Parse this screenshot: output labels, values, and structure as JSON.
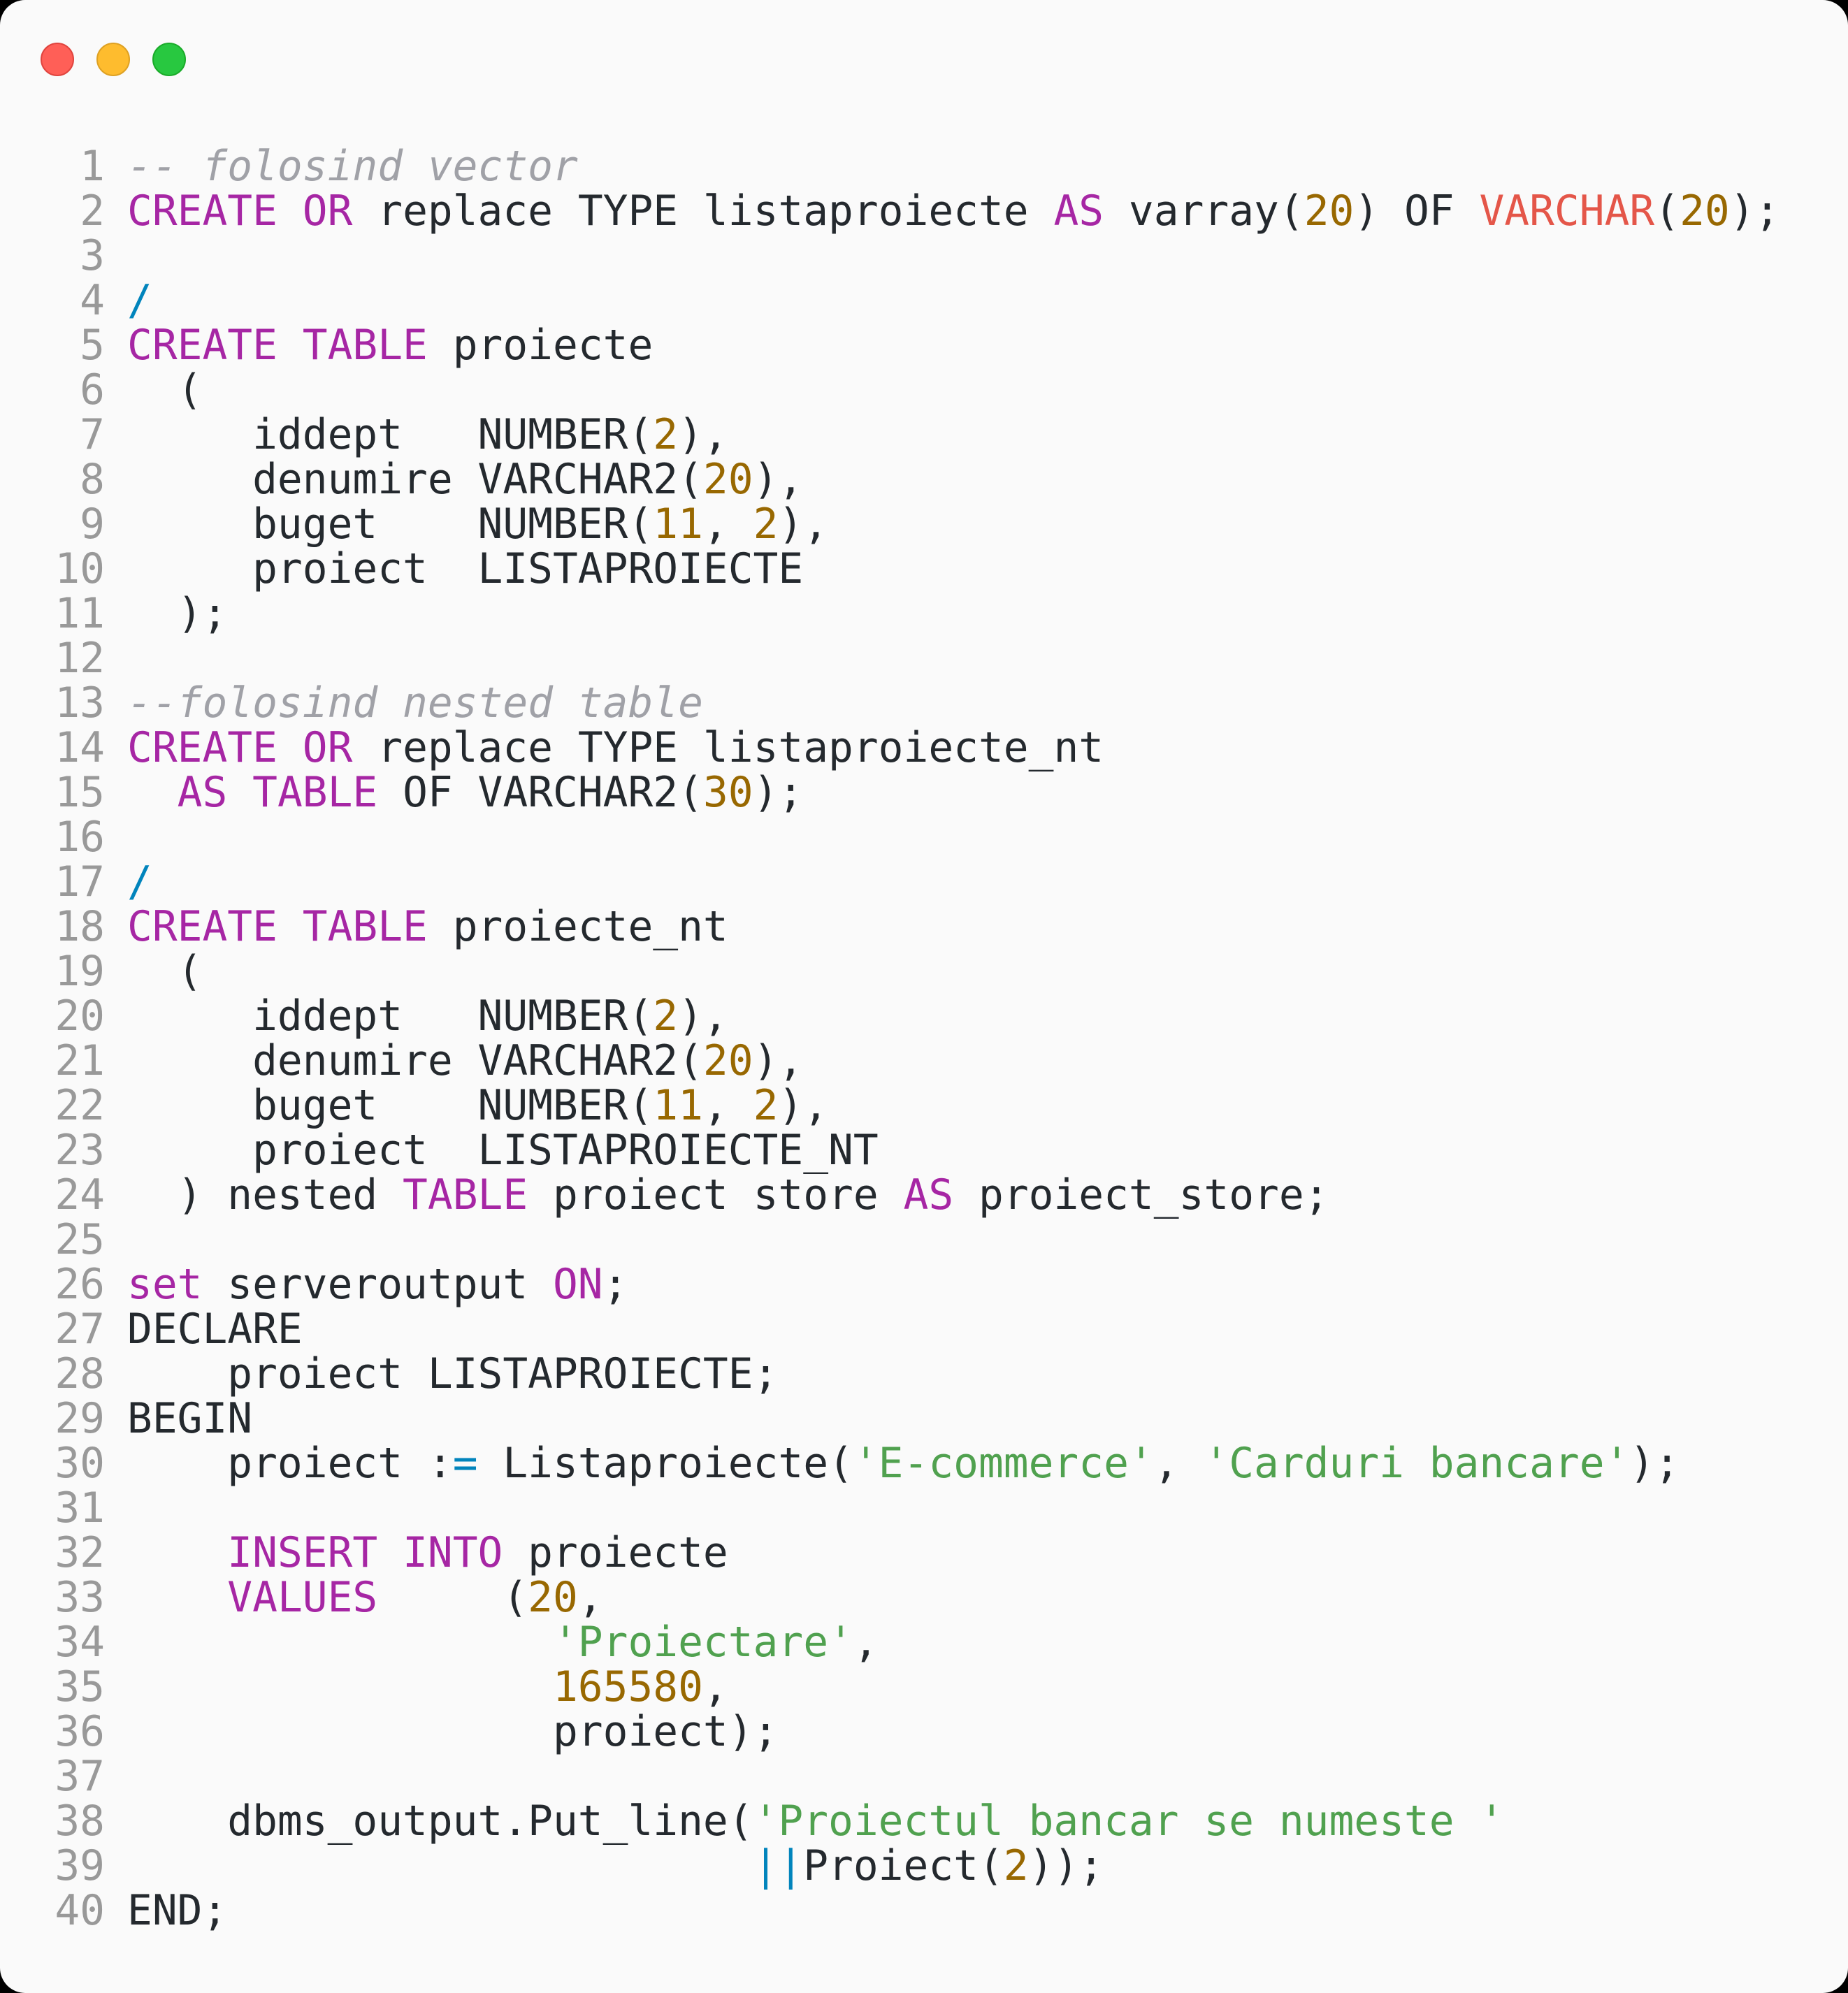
{
  "window": {
    "controls": [
      {
        "name": "close",
        "color": "#ff5f57"
      },
      {
        "name": "minimize",
        "color": "#febc2e"
      },
      {
        "name": "maximize",
        "color": "#28c840"
      }
    ]
  },
  "theme": {
    "background": "#fafafa",
    "keyword": "#a626a4",
    "number": "#986801",
    "string": "#50a14f",
    "comment": "#a0a1a7",
    "operator": "#0184bc",
    "type": "#e45649",
    "text": "#24292e",
    "line_number": "#999999"
  },
  "code": {
    "language": "sql",
    "lines": [
      {
        "n": "1",
        "tokens": [
          [
            "com",
            "-- folosind vector"
          ]
        ]
      },
      {
        "n": "2",
        "tokens": [
          [
            "kw",
            "CREATE"
          ],
          [
            "txt",
            " "
          ],
          [
            "kw",
            "OR"
          ],
          [
            "txt",
            " replace TYPE listaproiecte "
          ],
          [
            "kw",
            "AS"
          ],
          [
            "txt",
            " varray("
          ],
          [
            "num",
            "20"
          ],
          [
            "txt",
            ") OF "
          ],
          [
            "type",
            "VARCHAR"
          ],
          [
            "txt",
            "("
          ],
          [
            "num",
            "20"
          ],
          [
            "txt",
            ");"
          ]
        ]
      },
      {
        "n": "3",
        "tokens": []
      },
      {
        "n": "4",
        "tokens": [
          [
            "op",
            "/"
          ]
        ]
      },
      {
        "n": "5",
        "tokens": [
          [
            "kw",
            "CREATE"
          ],
          [
            "txt",
            " "
          ],
          [
            "kw",
            "TABLE"
          ],
          [
            "txt",
            " proiecte"
          ]
        ]
      },
      {
        "n": "6",
        "tokens": [
          [
            "txt",
            "  ("
          ]
        ]
      },
      {
        "n": "7",
        "tokens": [
          [
            "txt",
            "     iddept   NUMBER("
          ],
          [
            "num",
            "2"
          ],
          [
            "txt",
            "),"
          ]
        ]
      },
      {
        "n": "8",
        "tokens": [
          [
            "txt",
            "     denumire VARCHAR2("
          ],
          [
            "num",
            "20"
          ],
          [
            "txt",
            "),"
          ]
        ]
      },
      {
        "n": "9",
        "tokens": [
          [
            "txt",
            "     buget    NUMBER("
          ],
          [
            "num",
            "11"
          ],
          [
            "txt",
            ", "
          ],
          [
            "num",
            "2"
          ],
          [
            "txt",
            "),"
          ]
        ]
      },
      {
        "n": "10",
        "tokens": [
          [
            "txt",
            "     proiect  LISTAPROIECTE"
          ]
        ]
      },
      {
        "n": "11",
        "tokens": [
          [
            "txt",
            "  );"
          ]
        ]
      },
      {
        "n": "12",
        "tokens": []
      },
      {
        "n": "13",
        "tokens": [
          [
            "com",
            "--folosind nested table"
          ]
        ]
      },
      {
        "n": "14",
        "tokens": [
          [
            "kw",
            "CREATE"
          ],
          [
            "txt",
            " "
          ],
          [
            "kw",
            "OR"
          ],
          [
            "txt",
            " replace TYPE listaproiecte_nt"
          ]
        ]
      },
      {
        "n": "15",
        "tokens": [
          [
            "txt",
            "  "
          ],
          [
            "kw",
            "AS"
          ],
          [
            "txt",
            " "
          ],
          [
            "kw",
            "TABLE"
          ],
          [
            "txt",
            " OF VARCHAR2("
          ],
          [
            "num",
            "30"
          ],
          [
            "txt",
            ");"
          ]
        ]
      },
      {
        "n": "16",
        "tokens": []
      },
      {
        "n": "17",
        "tokens": [
          [
            "op",
            "/"
          ]
        ]
      },
      {
        "n": "18",
        "tokens": [
          [
            "kw",
            "CREATE"
          ],
          [
            "txt",
            " "
          ],
          [
            "kw",
            "TABLE"
          ],
          [
            "txt",
            " proiecte_nt"
          ]
        ]
      },
      {
        "n": "19",
        "tokens": [
          [
            "txt",
            "  ("
          ]
        ]
      },
      {
        "n": "20",
        "tokens": [
          [
            "txt",
            "     iddept   NUMBER("
          ],
          [
            "num",
            "2"
          ],
          [
            "txt",
            "),"
          ]
        ]
      },
      {
        "n": "21",
        "tokens": [
          [
            "txt",
            "     denumire VARCHAR2("
          ],
          [
            "num",
            "20"
          ],
          [
            "txt",
            "),"
          ]
        ]
      },
      {
        "n": "22",
        "tokens": [
          [
            "txt",
            "     buget    NUMBER("
          ],
          [
            "num",
            "11"
          ],
          [
            "txt",
            ", "
          ],
          [
            "num",
            "2"
          ],
          [
            "txt",
            "),"
          ]
        ]
      },
      {
        "n": "23",
        "tokens": [
          [
            "txt",
            "     proiect  LISTAPROIECTE_NT"
          ]
        ]
      },
      {
        "n": "24",
        "tokens": [
          [
            "txt",
            "  ) nested "
          ],
          [
            "kw",
            "TABLE"
          ],
          [
            "txt",
            " proiect store "
          ],
          [
            "kw",
            "AS"
          ],
          [
            "txt",
            " proiect_store;"
          ]
        ]
      },
      {
        "n": "25",
        "tokens": []
      },
      {
        "n": "26",
        "tokens": [
          [
            "kw",
            "set"
          ],
          [
            "txt",
            " serveroutput "
          ],
          [
            "kw",
            "ON"
          ],
          [
            "txt",
            ";"
          ]
        ]
      },
      {
        "n": "27",
        "tokens": [
          [
            "txt",
            "DECLARE"
          ]
        ]
      },
      {
        "n": "28",
        "tokens": [
          [
            "txt",
            "    proiect LISTAPROIECTE;"
          ]
        ]
      },
      {
        "n": "29",
        "tokens": [
          [
            "txt",
            "BEGIN"
          ]
        ]
      },
      {
        "n": "30",
        "tokens": [
          [
            "txt",
            "    proiect :"
          ],
          [
            "op",
            "="
          ],
          [
            "txt",
            " Listaproiecte("
          ],
          [
            "str",
            "'E-commerce'"
          ],
          [
            "txt",
            ", "
          ],
          [
            "str",
            "'Carduri bancare'"
          ],
          [
            "txt",
            ");"
          ]
        ]
      },
      {
        "n": "31",
        "tokens": []
      },
      {
        "n": "32",
        "tokens": [
          [
            "txt",
            "    "
          ],
          [
            "kw",
            "INSERT"
          ],
          [
            "txt",
            " "
          ],
          [
            "kw",
            "INTO"
          ],
          [
            "txt",
            " proiecte"
          ]
        ]
      },
      {
        "n": "33",
        "tokens": [
          [
            "txt",
            "    "
          ],
          [
            "kw",
            "VALUES"
          ],
          [
            "txt",
            "     ("
          ],
          [
            "num",
            "20"
          ],
          [
            "txt",
            ","
          ]
        ]
      },
      {
        "n": "34",
        "tokens": [
          [
            "txt",
            "                 "
          ],
          [
            "str",
            "'Proiectare'"
          ],
          [
            "txt",
            ","
          ]
        ]
      },
      {
        "n": "35",
        "tokens": [
          [
            "txt",
            "                 "
          ],
          [
            "num",
            "165580"
          ],
          [
            "txt",
            ","
          ]
        ]
      },
      {
        "n": "36",
        "tokens": [
          [
            "txt",
            "                 proiect);"
          ]
        ]
      },
      {
        "n": "37",
        "tokens": []
      },
      {
        "n": "38",
        "tokens": [
          [
            "txt",
            "    dbms_output.Put_line("
          ],
          [
            "str",
            "'Proiectul bancar se numeste '"
          ]
        ]
      },
      {
        "n": "39",
        "tokens": [
          [
            "txt",
            "                         "
          ],
          [
            "op",
            "||"
          ],
          [
            "txt",
            "Proiect("
          ],
          [
            "num",
            "2"
          ],
          [
            "txt",
            "));"
          ]
        ]
      },
      {
        "n": "40",
        "tokens": [
          [
            "txt",
            "END;"
          ]
        ]
      }
    ]
  }
}
